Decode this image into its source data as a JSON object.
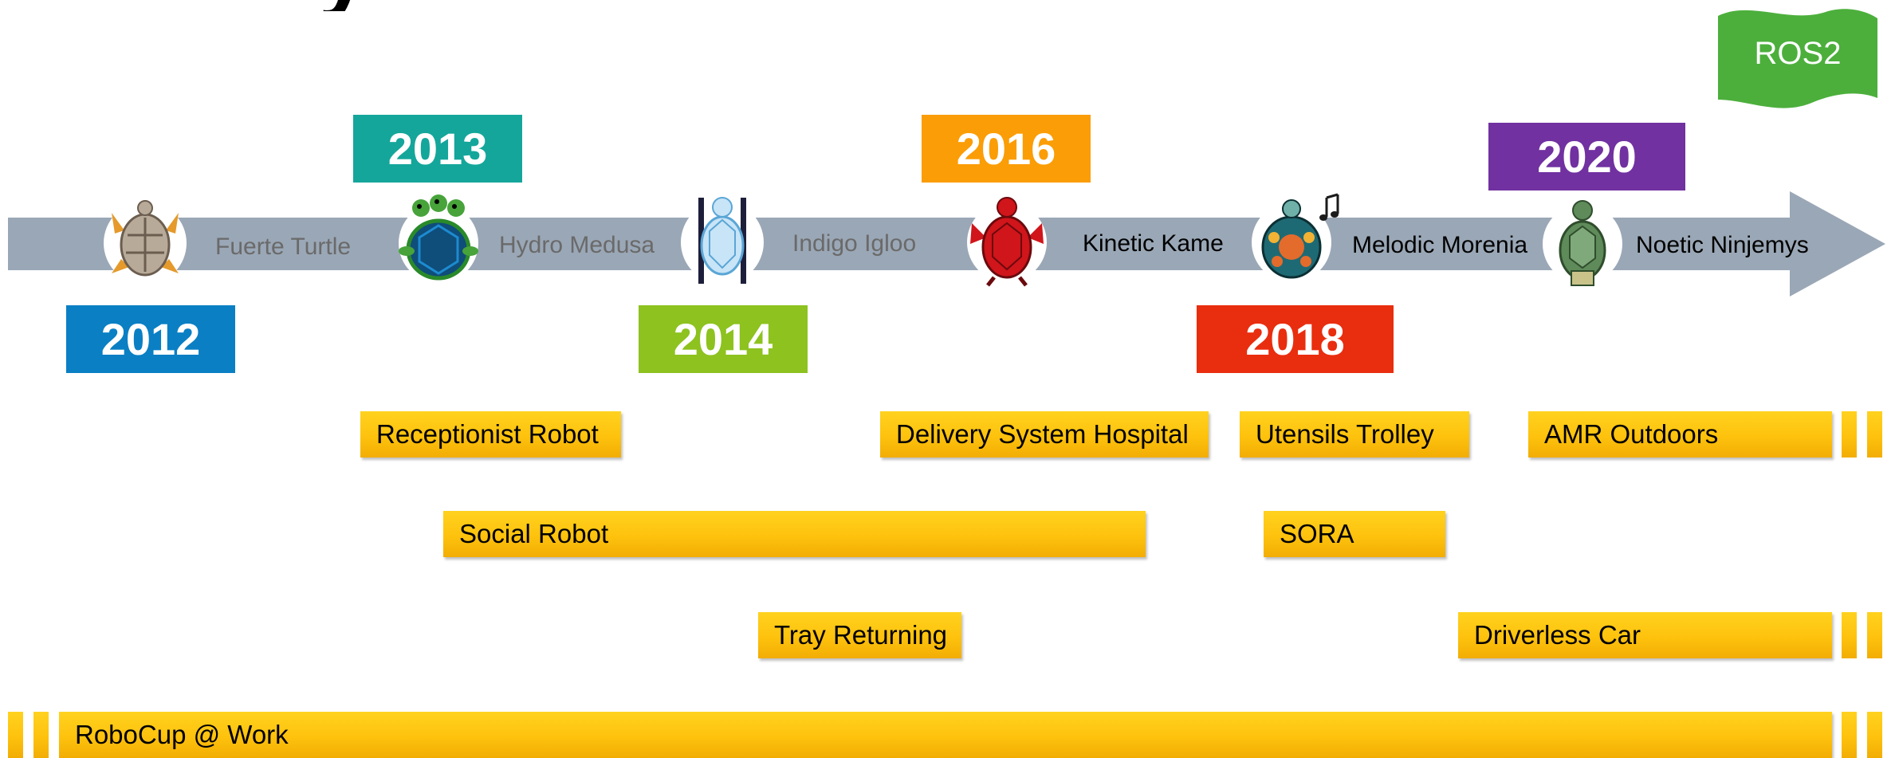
{
  "title_fragment": "y",
  "ros2_badge": {
    "label": "ROS2",
    "color": "#4caf3c"
  },
  "timeline": {
    "arrow_color": "#9aa7b6",
    "distros": [
      {
        "name": "Fuerte Turtle",
        "icon": "fuerte-turtle-icon"
      },
      {
        "name": "Hydro Medusa",
        "icon": "hydro-turtle-icon"
      },
      {
        "name": "Indigo Igloo",
        "icon": "indigo-turtle-icon"
      },
      {
        "name": "Kinetic Kame",
        "icon": "kinetic-turtle-icon"
      },
      {
        "name": "Melodic Morenia",
        "icon": "melodic-turtle-icon"
      },
      {
        "name": "Noetic Ninjemys",
        "icon": "noetic-turtle-icon"
      }
    ],
    "years": [
      {
        "label": "2012",
        "color": "#0a7fc4"
      },
      {
        "label": "2013",
        "color": "#14a69b"
      },
      {
        "label": "2014",
        "color": "#8dc21f"
      },
      {
        "label": "2016",
        "color": "#fb9d06"
      },
      {
        "label": "2018",
        "color": "#e92d0f"
      },
      {
        "label": "2020",
        "color": "#7131a0"
      }
    ]
  },
  "projects": [
    {
      "label": "Receptionist Robot"
    },
    {
      "label": "Delivery System Hospital"
    },
    {
      "label": "Utensils Trolley"
    },
    {
      "label": "AMR Outdoors"
    },
    {
      "label": "Social Robot"
    },
    {
      "label": "SORA"
    },
    {
      "label": "Tray Returning"
    },
    {
      "label": "Driverless Car"
    },
    {
      "label": "RoboCup @ Work"
    }
  ]
}
